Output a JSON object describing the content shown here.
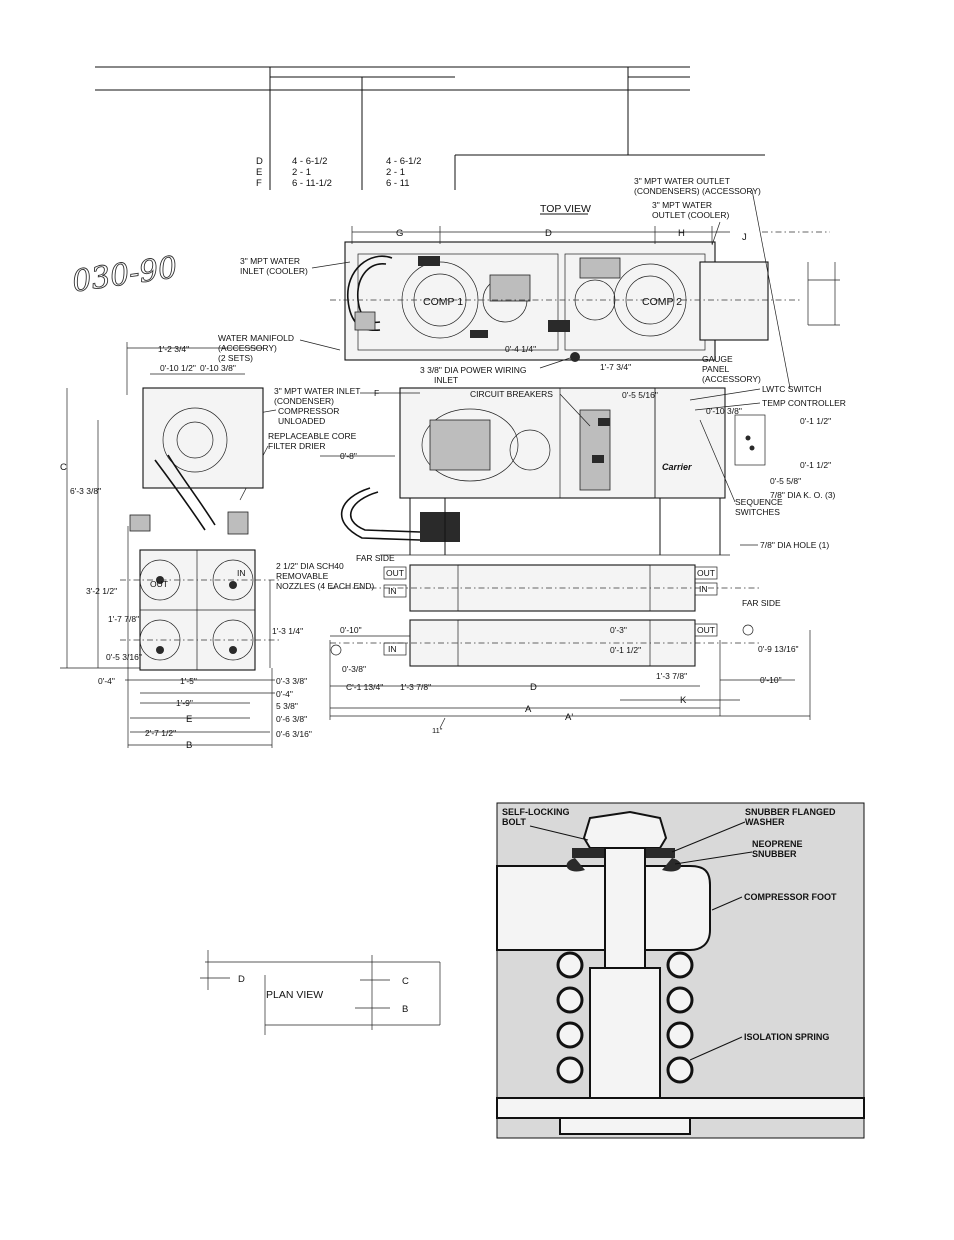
{
  "table": {
    "rows": [
      {
        "label": "D",
        "col1": "4 -  6-1/2",
        "col2": "4 -  6-1/2"
      },
      {
        "label": "E",
        "col1": "2 -  1",
        "col2": "2 -  1"
      },
      {
        "label": "F",
        "col1": "6 - 11-1/2",
        "col2": "6 - 11"
      }
    ]
  },
  "handwritten_note": "030-90",
  "top_view": {
    "title": "TOP VIEW",
    "labels": {
      "water_inlet_cooler": [
        "3\" MPT WATER",
        "INLET (COOLER)"
      ],
      "water_outlet_condensers": [
        "3\" MPT WATER OUTLET",
        "(CONDENSERS) (ACCESSORY)"
      ],
      "water_outlet_cooler": [
        "3\" MPT WATER",
        "OUTLET (COOLER)"
      ],
      "comp1": "COMP 1",
      "comp2": "COMP 2",
      "water_manifold": [
        "WATER MANIFOLD",
        "(ACCESSORY)",
        "(2 SETS)"
      ],
      "dim_g": "G",
      "dim_d": "D",
      "dim_h": "H",
      "dim_j": "J",
      "dim_0_4_1_4": "0'-4 1/4\"",
      "dim_1_7_3_4": "1'-7 3/4\"",
      "power_wiring": [
        "3 3/8\" DIA POWER WIRING",
        "INLET"
      ]
    }
  },
  "front_view": {
    "labels": {
      "water_inlet_condenser": [
        "3\" MPT WATER INLET",
        "(CONDENSER)"
      ],
      "compressor_unloaded": [
        "COMPRESSOR",
        "UNLOADED"
      ],
      "filter_drier": [
        "REPLACEABLE CORE",
        "FILTER DRIER"
      ],
      "circuit_breakers": "CIRCUIT BREAKERS",
      "gauge_panel": [
        "GAUGE",
        "PANEL",
        "(ACCESSORY)"
      ],
      "lwtc_switch": "LWTC SWITCH",
      "temp_controller": "TEMP CONTROLLER",
      "sequence_switches": [
        "SEQUENCE",
        "SWITCHES"
      ],
      "ko": "7/8\" DIA  K. O. (3)",
      "hole": "7/8\" DIA HOLE (1)",
      "dim_f": "F",
      "dim_0_8": "0'-8\"",
      "dim_0_5_5_16": "0'-5 5/16\"",
      "dim_0_10_3_8": "0'-10 3/8\"",
      "dim_0_1_1_2a": "0'-1 1/2\"",
      "dim_0_1_1_2b": "0'-1 1/2\"",
      "dim_0_5_5_8": "0'-5 5/8\"",
      "brand": "Carrier"
    }
  },
  "nozzles": {
    "far_side": "FAR SIDE",
    "far_side_2": "FAR SIDE",
    "spec": [
      "2 1/2\" DIA SCH40",
      "REMOVABLE",
      "NOZZLES (4 EACH END)"
    ],
    "out": "OUT",
    "in": "IN"
  },
  "bottom_dims": {
    "dim_0_10": "0'-10\"",
    "dim_0_3_8": "0'-3/8\"",
    "dim_0_3": "0'-3\"",
    "dim_0_1_1_2": "0'-1 1/2\"",
    "dim_0_9_13_16": "0'-9 13/16\"",
    "dim_0_10b": "0'-10\"",
    "dim_1_3_7_8": "1'-3 7/8\"",
    "dim_c1": "C'-1 13/4\"",
    "dim_1_3_7_8b": "1'-3 7/8\"",
    "d": "D",
    "k": "K",
    "a": "A",
    "a_prime": "A'",
    "eleven": "11\""
  },
  "side_view": {
    "dim_1_2_3_4": "1'-2 3/4\"",
    "dim_0_10_1_2": "0'-10 1/2\"",
    "dim_0_10_3_8b": "0'-10 3/8\"",
    "c": "C",
    "dim_6_3_3_8": "6'-3 3/8\"",
    "dim_3_2_1_2": "3'-2 1/2\"",
    "dim_1_7_7_8": "1'-7 7/8\"",
    "dim_1_3_1_4": "1'-3 1/4\"",
    "dim_0_5_3_16": "0'-5 3/16\"",
    "dim_0_4": "0'-4\"",
    "dim_1_5": "1'-5\"",
    "dim_0_3_3_8": "0'-3 3/8\"",
    "dim_0_4b": "0'-4\"",
    "dim_1_9": "1'-9\"",
    "dim_5_3_8": "5 3/8\"",
    "e": "E",
    "dim_0_6_3_8": "0'-6 3/8\"",
    "dim_2_7_1_2": "2'-7 1/2\"",
    "dim_0_6_3_16": "0'-6 3/16\"",
    "b": "B",
    "out": "OUT",
    "in": "IN"
  },
  "plan_view": {
    "title": "PLAN VIEW",
    "d": "D",
    "c": "C",
    "b": "B"
  },
  "mount_detail": {
    "self_locking_bolt": [
      "SELF-LOCKING",
      "BOLT"
    ],
    "snubber_washer": [
      "SNUBBER FLANGED",
      "WASHER"
    ],
    "neoprene_snubber": [
      "NEOPRENE",
      "SNUBBER"
    ],
    "compressor_foot": "COMPRESSOR FOOT",
    "isolation_spring": "ISOLATION SPRING"
  }
}
